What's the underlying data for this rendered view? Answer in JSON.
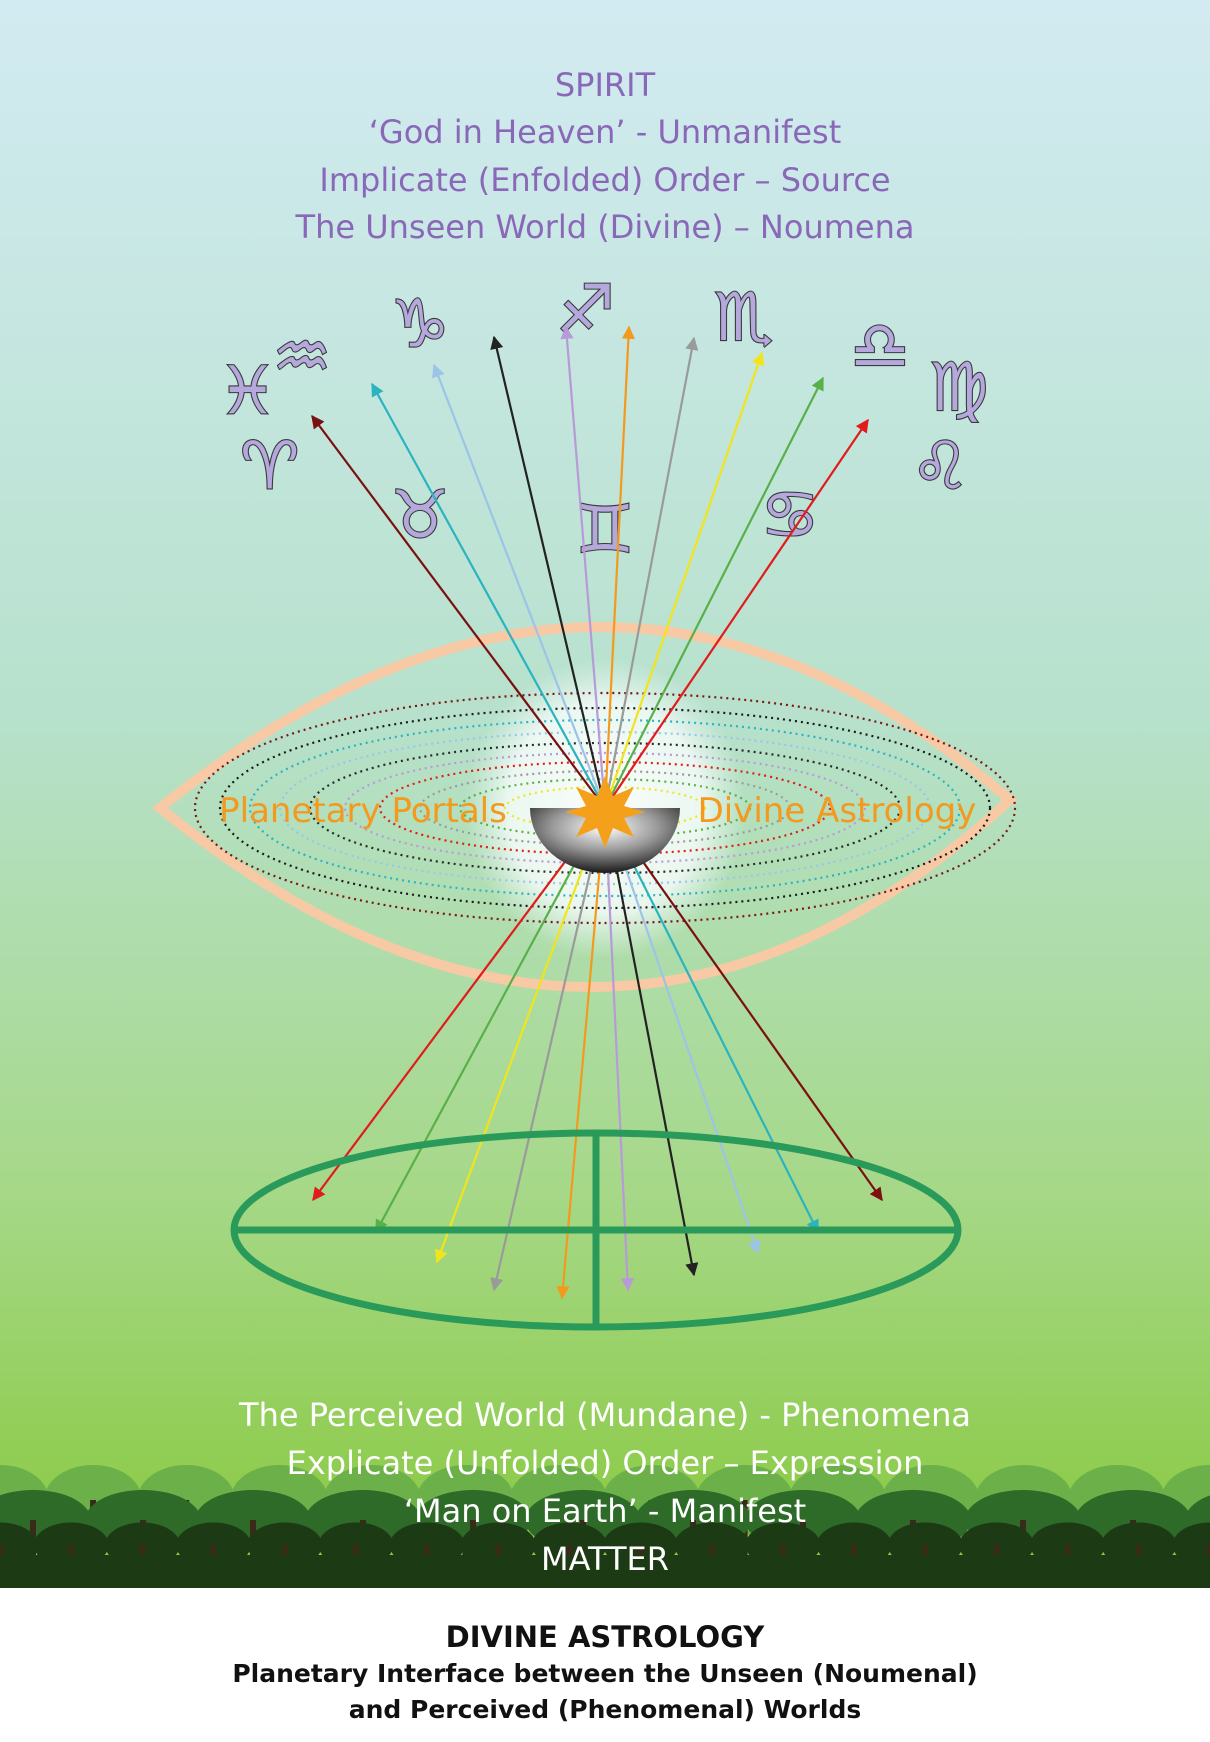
{
  "top_text": {
    "lines": [
      "SPIRIT",
      "‘God in Heaven’ - Unmanifest",
      "Implicate (Enfolded) Order – Source",
      "The Unseen World (Divine) – Noumena"
    ]
  },
  "zodiac": {
    "signs": [
      {
        "name": "pisces-icon",
        "glyph": "♓"
      },
      {
        "name": "aquarius-icon",
        "glyph": "♒"
      },
      {
        "name": "capricorn-icon",
        "glyph": "♑"
      },
      {
        "name": "sagittarius-icon",
        "glyph": "♐"
      },
      {
        "name": "scorpio-icon",
        "glyph": "♏"
      },
      {
        "name": "libra-icon",
        "glyph": "♎"
      },
      {
        "name": "virgo-icon",
        "glyph": "♍"
      },
      {
        "name": "leo-icon",
        "glyph": "♌"
      },
      {
        "name": "cancer-icon",
        "glyph": "♋"
      },
      {
        "name": "gemini-icon",
        "glyph": "♊"
      },
      {
        "name": "taurus-icon",
        "glyph": "♉"
      },
      {
        "name": "aries-icon",
        "glyph": "♈"
      }
    ]
  },
  "portal": {
    "left_label": "Planetary Portals",
    "right_label": "Divine Astrology"
  },
  "rays": {
    "colors": [
      "#7a1010",
      "#2ab4c0",
      "#9cc4e8",
      "#222222",
      "#b89ad8",
      "#f39a1e",
      "#9a9a9a",
      "#f2e41c",
      "#58b048",
      "#e01c1c"
    ]
  },
  "bottom_text": {
    "lines": [
      "The Perceived World (Mundane) - Phenomena",
      "Explicate (Unfolded) Order – Expression",
      "‘Man on Earth’ - Manifest",
      "MATTER"
    ]
  },
  "caption": {
    "title": "DIVINE ASTROLOGY",
    "line1": "Planetary Interface between the Unseen (Noumenal)",
    "line2": "and Perceived (Phenomenal) Worlds"
  },
  "colors": {
    "sky_top": "#d2ebf2",
    "sky_mid": "#b8e2c4",
    "ground": "#8ccb3a",
    "lens": "#f7c9a4",
    "sun": "#f5a01a",
    "earth_symbol": "#2a9a5a",
    "trees_dark": "#1c3a14",
    "trees_mid": "#2e6a28",
    "trees_light": "#5aa040"
  }
}
